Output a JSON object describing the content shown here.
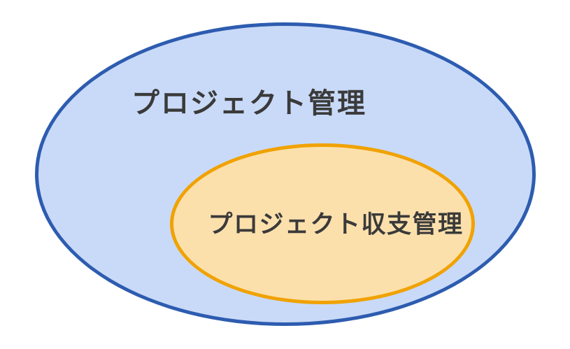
{
  "diagram": {
    "type": "euler-venn-containment",
    "background_color": "#ffffff",
    "text_color": "#3a3a3a",
    "outer_set": {
      "label": "プロジェクト管理",
      "fill_color": "#c9daf8",
      "border_color": "#2d5cb0"
    },
    "inner_set": {
      "label": "プロジェクト収支管理",
      "fill_color": "#fce0ac",
      "border_color": "#f0a202"
    }
  }
}
